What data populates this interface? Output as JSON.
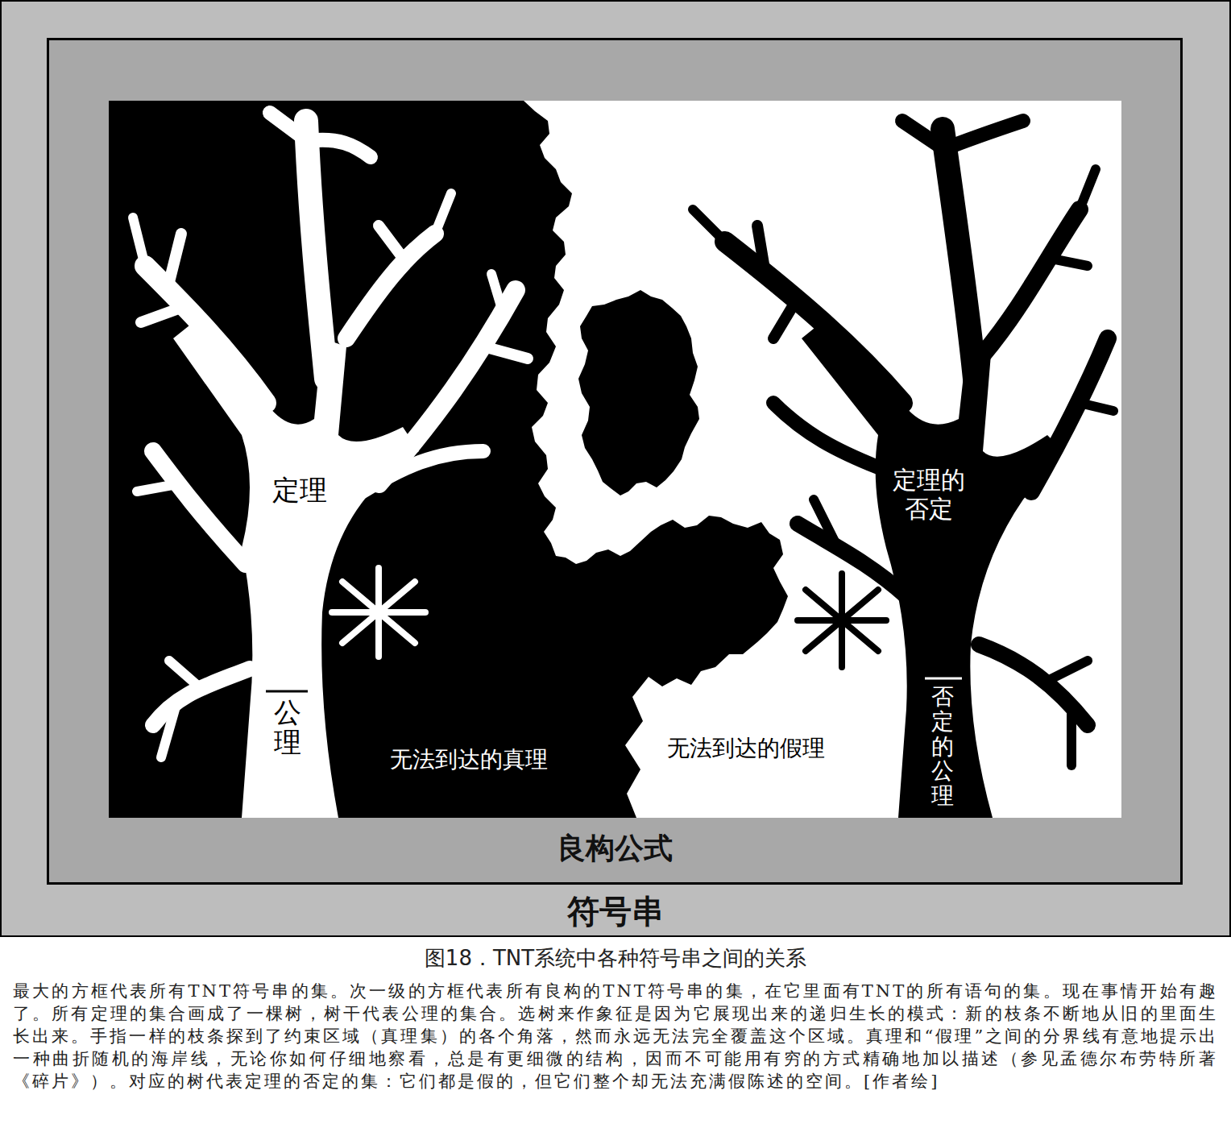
{
  "diagram": {
    "title": "图18．TNT系统中各种符号串之间的关系",
    "caption": "最大的方框代表所有TNT符号串的集。次一级的方框代表所有良构的TNT符号串的集，在它里面有TNT的所有语句的集。现在事情开始有趣了。所有定理的集合画成了一棵树，树干代表公理的集合。选树来作象征是因为它展现出来的递归生长的模式：新的枝条不断地从旧的里面生长出来。手指一样的枝条探到了约束区域（真理集）的各个角落，然而永远无法完全覆盖这个区域。真理和“假理”之间的分界线有意地提示出一种曲折随机的海岸线，无论你如何仔细地察看，总是有更细微的结构，因而不可能用有穷的方式精确地加以描述（参见孟德尔布劳特所著《碎片》）。对应的树代表定理的否定的集：它们都是假的，但它们整个却无法充满假陈述的空间。[作者绘]",
    "nodes": [
      {
        "text": [
          "符号串"
        ]
      },
      {
        "text": [
          "良构公式"
        ],
        "in": 0
      }
    ],
    "labels": [
      "定理",
      "定理的否定",
      "公理",
      "无法到达的真理",
      "无法到达的假理",
      "否定的公理"
    ]
  }
}
